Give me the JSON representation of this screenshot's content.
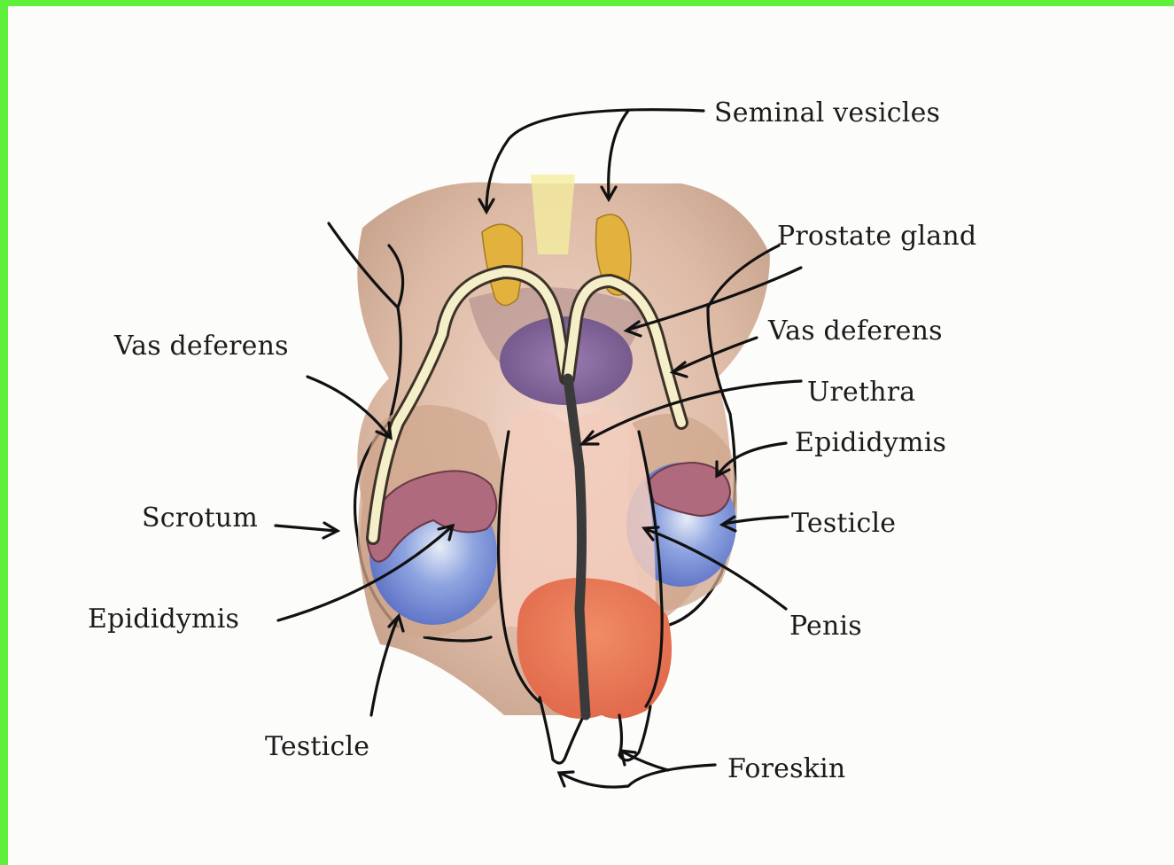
{
  "colors": {
    "frame_border": "#5ef03a",
    "skin": "#e6c2a8",
    "skin_shadow": "#b98a72",
    "seminal_vesicles": "#e2b13e",
    "prostate": "#8a6a9c",
    "vas_deferens": "#f4efc8",
    "epididymis": "#b06a7e",
    "testicle": "#6f8bd4",
    "penis_bulb": "#e9805a",
    "urethra": "#3a3a3a"
  },
  "labels": {
    "seminal_vesicles": "Seminal vesicles",
    "prostate_gland": "Prostate gland",
    "vas_deferens_right": "Vas deferens",
    "vas_deferens_left": "Vas deferens",
    "urethra": "Urethra",
    "epididymis_right": "Epididymis",
    "epididymis_left": "Epididymis",
    "testicle_right": "Testicle",
    "testicle_left": "Testicle",
    "scrotum": "Scrotum",
    "penis": "Penis",
    "foreskin": "Foreskin"
  }
}
